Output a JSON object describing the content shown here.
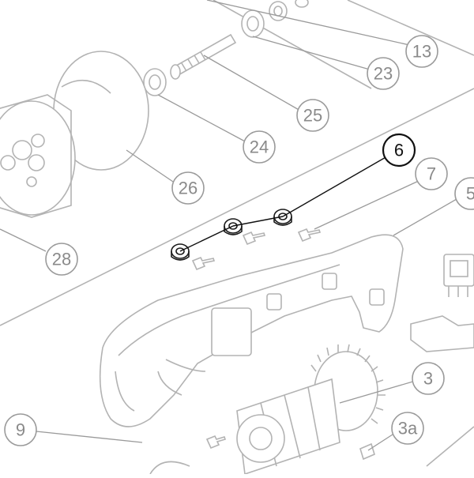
{
  "callouts": [
    {
      "id": "13",
      "label": "13",
      "highlight": false
    },
    {
      "id": "23",
      "label": "23",
      "highlight": false
    },
    {
      "id": "25",
      "label": "25",
      "highlight": false
    },
    {
      "id": "24",
      "label": "24",
      "highlight": false
    },
    {
      "id": "26",
      "label": "26",
      "highlight": false
    },
    {
      "id": "6",
      "label": "6",
      "highlight": true
    },
    {
      "id": "7",
      "label": "7",
      "highlight": false
    },
    {
      "id": "5",
      "label": "5",
      "highlight": false
    },
    {
      "id": "28",
      "label": "28",
      "highlight": false
    },
    {
      "id": "3",
      "label": "3",
      "highlight": false
    },
    {
      "id": "9",
      "label": "9",
      "highlight": false
    },
    {
      "id": "3a",
      "label": "3a",
      "highlight": false
    }
  ],
  "colors": {
    "highlight": "#111111",
    "ghost": "#b3b3b3",
    "callout_text": "#8a8a8a"
  }
}
